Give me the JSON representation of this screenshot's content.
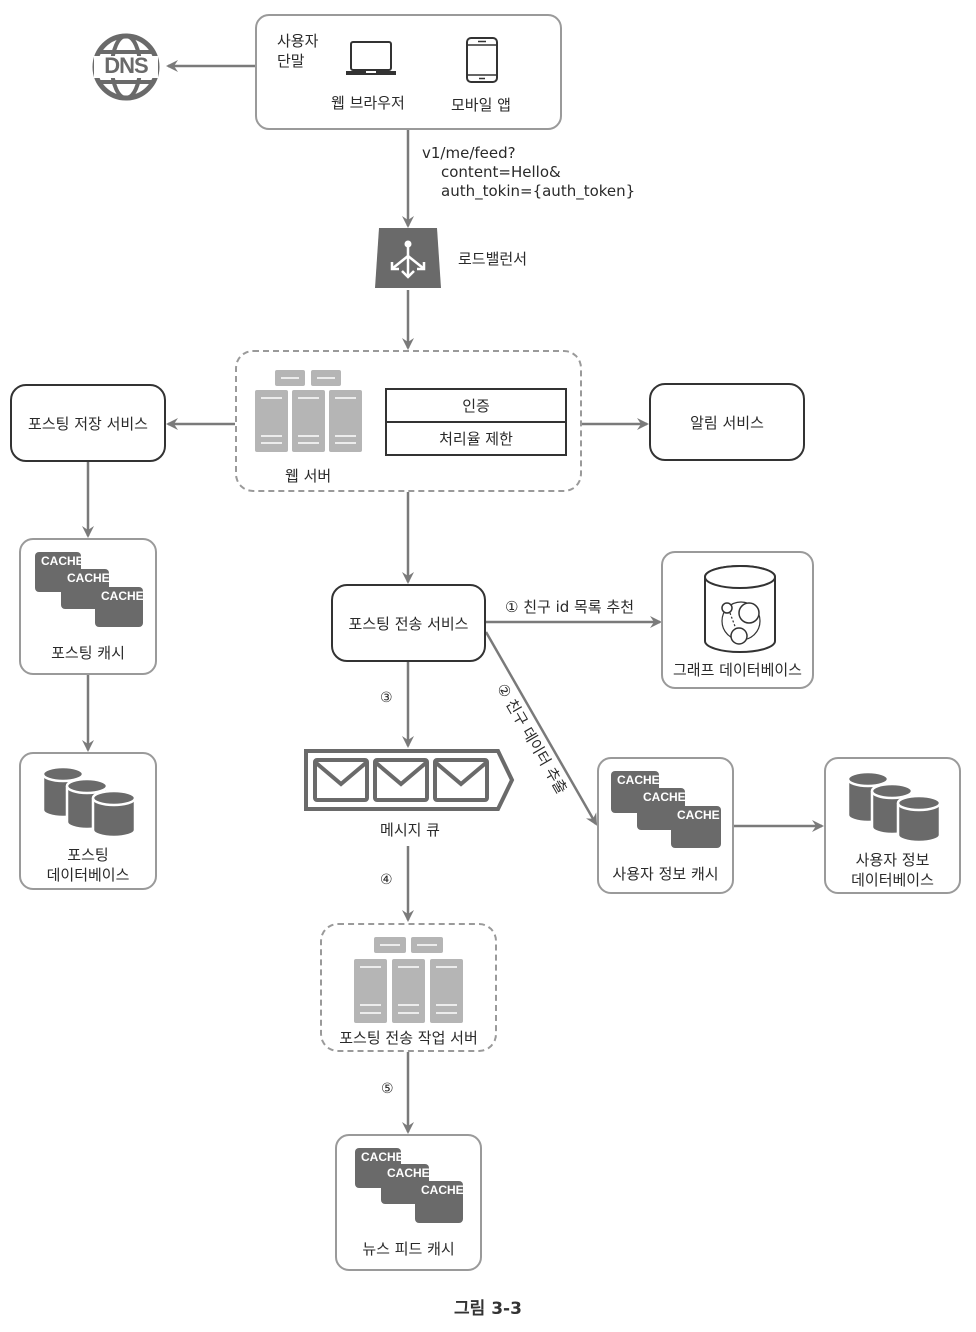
{
  "client": {
    "title": "사용자\n단말",
    "title_line1": "사용자",
    "title_line2": "단말",
    "web_browser": "웹 브라우저",
    "mobile_app": "모바일 앱"
  },
  "dns": {
    "label": "DNS"
  },
  "request": {
    "line1": "v1/me/feed?",
    "line2": "content=Hello&",
    "line3": "auth_tokin={auth_token}"
  },
  "load_balancer": {
    "label": "로드밸런서"
  },
  "web_server": {
    "label": "웹 서버",
    "modules": [
      "인증",
      "처리율 제한"
    ]
  },
  "post_storage_service": {
    "label": "포스팅 저장 서비스"
  },
  "notification_service": {
    "label": "알림 서비스"
  },
  "post_cache": {
    "label": "포스팅 캐시",
    "cache_text": "CACHE"
  },
  "post_db": {
    "line1": "포스팅",
    "line2": "데이터베이스"
  },
  "fanout_service": {
    "label": "포스팅 전송 서비스"
  },
  "graph_db": {
    "label": "그래프 데이터베이스"
  },
  "message_queue": {
    "label": "메시지 큐"
  },
  "user_cache": {
    "label": "사용자 정보 캐시",
    "cache_text": "CACHE"
  },
  "user_db": {
    "line1": "사용자 정보",
    "line2": "데이터베이스"
  },
  "fanout_workers": {
    "label": "포스팅 전송 작업 서버"
  },
  "news_feed_cache": {
    "label": "뉴스 피드 캐시",
    "cache_text": "CACHE"
  },
  "steps": {
    "step1": "① 친구 id 목록 추천",
    "step2": "② 친구 데이터 추출",
    "step3": "③",
    "step4": "④",
    "step5": "⑤"
  },
  "caption": "그림 3-3",
  "colors": {
    "line": "#7a7a7a",
    "dark_box": "#333333",
    "gray_border": "#9a9a9a",
    "icon_fill": "#6a6a6a",
    "server_fill": "#b5b5b5",
    "lb_fill": "#6a6a6a"
  }
}
